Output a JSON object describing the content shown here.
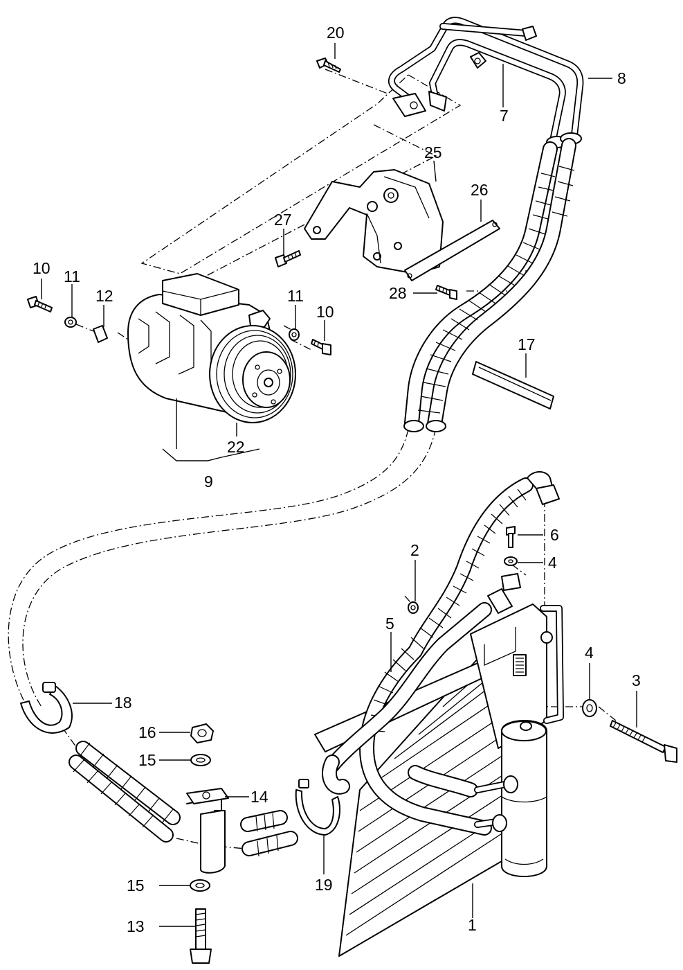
{
  "diagram": {
    "labels": {
      "p1": "1",
      "p2": "2",
      "p3": "3",
      "p4a": "4",
      "p4b": "4",
      "p5": "5",
      "p6": "6",
      "p7": "7",
      "p8": "8",
      "p9": "9",
      "p10a": "10",
      "p10b": "10",
      "p11a": "11",
      "p11b": "11",
      "p12": "12",
      "p13": "13",
      "p14": "14",
      "p15a": "15",
      "p15b": "15",
      "p16": "16",
      "p17": "17",
      "p18": "18",
      "p19": "19",
      "p20": "20",
      "p22": "22",
      "p25": "25",
      "p26": "26",
      "p27": "27",
      "p28": "28"
    }
  }
}
